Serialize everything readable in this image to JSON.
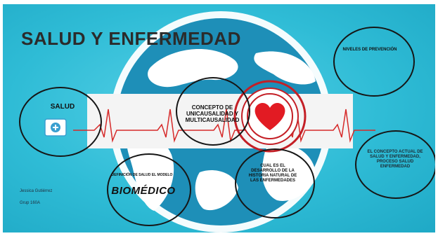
{
  "title": "SALUD Y ENFERMEDAD",
  "topics": {
    "salud": "SALUD",
    "concepto": "CONCEPTO DE UNICAUSALIDAD Y MULTICAUSALIDAD",
    "niveles": "NIVELES DE PREVENCIÓN",
    "cual": "CUAL ES EL DESARROLLO DE LA HISTORIA NATURAL DE LAS ENFERMEDADES",
    "actual": "EL CONCEPTO ACTUAL DE SALUD Y ENFERMEDAD, PROCESO SALUD ENFERMEDAD",
    "biomedico_sub": "DEFINICIÓN DE SALUD EL MODELO",
    "biomedico": "BIOMÉDICO"
  },
  "author": {
    "name": "Jessica Gutiérrez",
    "group": "Grup 160A"
  },
  "colors": {
    "background": "#2fbcd6",
    "globe": "#1e8fb8",
    "band": "#f4f4f4",
    "ecg_line": "#d62a2a",
    "heart": "#e21b23",
    "ring": "#161616"
  },
  "icons": [
    "globe-graphic",
    "heart-icon",
    "heartbeat-line",
    "cross-emblem-icon"
  ]
}
